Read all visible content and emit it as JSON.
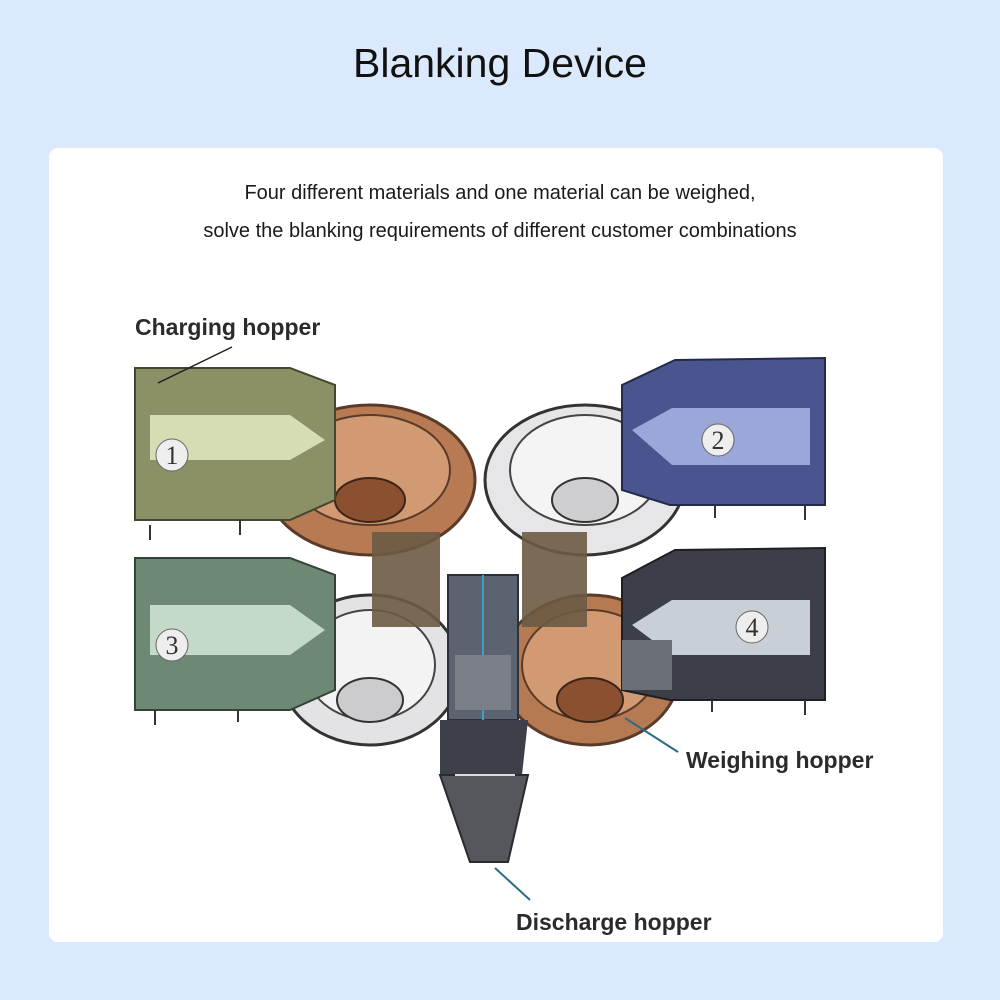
{
  "title": "Blanking Device",
  "subtitle": {
    "line1": "Four different materials and one material can be weighed,",
    "line2": "solve the blanking requirements of different customer combinations"
  },
  "diagram": {
    "labels": {
      "charging_hopper": "Charging hopper",
      "weighing_hopper": "Weighing hopper",
      "discharge_hopper": "Discharge hopper"
    },
    "hoppers": [
      {
        "number": "1",
        "color": "#8c9067",
        "light": "#d6dcb4"
      },
      {
        "number": "2",
        "color": "#4a5590",
        "light": "#9ba7d8"
      },
      {
        "number": "3",
        "color": "#6d8873",
        "light": "#c5d9c9"
      },
      {
        "number": "4",
        "color": "#3c3f47",
        "light": "#c8cfd6"
      }
    ]
  }
}
